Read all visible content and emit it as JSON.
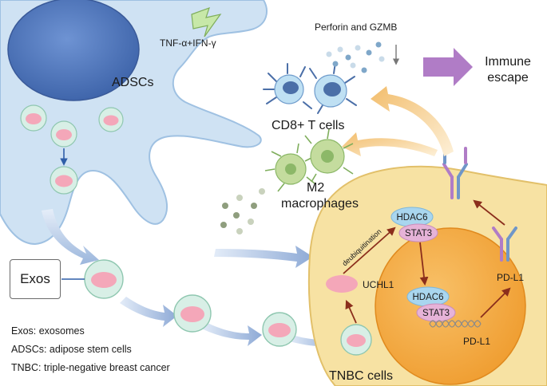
{
  "labels": {
    "adscs": "ADSCs",
    "cytokines": "TNF-α+IFN-γ",
    "perforin": "Perforin and GZMB",
    "immune_escape_line1": "Immune",
    "immune_escape_line2": "escape",
    "cd8": "CD8+ T cells",
    "m2_line1": "M2",
    "m2_line2": "macrophages",
    "hdac6_top": "HDAC6",
    "stat3_top": "STAT3",
    "deubiquitination": "deubiquitination",
    "uchl1": "UCHL1",
    "hdac6_nuc": "HDAC6",
    "stat3_nuc": "STAT3",
    "pdl1_dna": "PD-L1",
    "pdl1_membrane": "PD-L1",
    "tnbc": "TNBC cells",
    "exos_box": "Exos"
  },
  "legend": [
    "Exos: exosomes",
    "ADSCs: adipose stem cells",
    "TNBC: triple-negative breast cancer"
  ],
  "colors": {
    "adsc_body": "#cfe2f3",
    "adsc_nucleus": "#4a73b8",
    "exosome_core": "#f4a7b9",
    "exosome_shell": "#d8efe6",
    "tnbc_cell": "#f7e2a3",
    "tnbc_nucleus": "#f3a93f",
    "hdac6": "#a9d6ef",
    "stat3": "#e6b3d8",
    "immune_arrow": "#b07cc6",
    "flow_arrow": "#9bb6dc",
    "orange_arrow": "#f3c680",
    "macrophage": "#a6c97c",
    "signal_arrow": "#8b2e1c"
  }
}
